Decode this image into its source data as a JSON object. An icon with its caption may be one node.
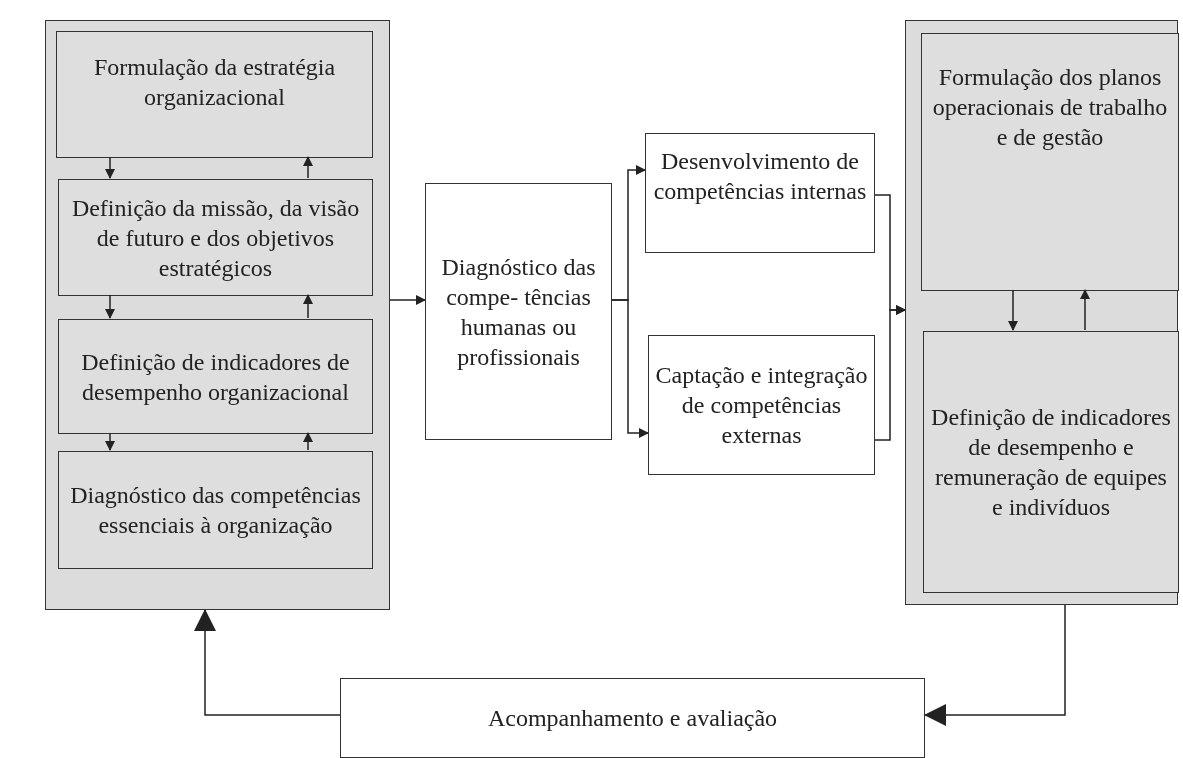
{
  "diagram": {
    "nodes": [
      {
        "text": [],
        "shape": "box"
      },
      {
        "text": [
          "Formulação da estratégia organizacional"
        ],
        "in": 0
      },
      {
        "text": [
          "Definição da missão, da visão de futuro e dos objetivos estratégicos"
        ],
        "in": 0
      },
      {
        "text": [
          "Definição de indicadores de desempenho organizacional"
        ],
        "in": 0
      },
      {
        "text": [
          "Diagnóstico das competências essenciais à organização"
        ],
        "in": 0
      },
      {
        "text": [
          "Diagnóstico das compe- tências humanas ou profissionais"
        ]
      },
      {
        "text": [
          "Desenvolvimento de competências internas"
        ]
      },
      {
        "text": [
          "Captação e integração de competências externas"
        ]
      },
      {
        "text": [],
        "shape": "box"
      },
      {
        "text": [
          "Formulação dos planos operacionais de trabalho e de gestão"
        ],
        "in": 8
      },
      {
        "text": [
          "Definição de indicadores de desempenho e remuneração de equipes e indivíduos"
        ],
        "in": 8
      },
      {
        "text": [
          "Acompanhamento e avaliação"
        ]
      }
    ],
    "edges": [
      {
        "from": 1,
        "to": 2,
        "arrow": "to"
      },
      {
        "from": 2,
        "to": 1,
        "arrow": "to"
      },
      {
        "from": 2,
        "to": 3,
        "arrow": "to"
      },
      {
        "from": 3,
        "to": 2,
        "arrow": "to"
      },
      {
        "from": 3,
        "to": 4,
        "arrow": "to"
      },
      {
        "from": 4,
        "to": 3,
        "arrow": "to"
      },
      {
        "from": 0,
        "to": 5,
        "arrow": "to"
      },
      {
        "from": 5,
        "to": 6,
        "arrow": "to"
      },
      {
        "from": 5,
        "to": 7,
        "arrow": "to"
      },
      {
        "from": 6,
        "to": 8,
        "arrow": "to"
      },
      {
        "from": 7,
        "to": 8,
        "arrow": "to"
      },
      {
        "from": 9,
        "to": 10,
        "arrow": "to"
      },
      {
        "from": 10,
        "to": 9,
        "arrow": "to"
      },
      {
        "from": 8,
        "to": 11,
        "arrow": "to"
      },
      {
        "from": 11,
        "to": 0,
        "arrow": "to"
      }
    ]
  }
}
